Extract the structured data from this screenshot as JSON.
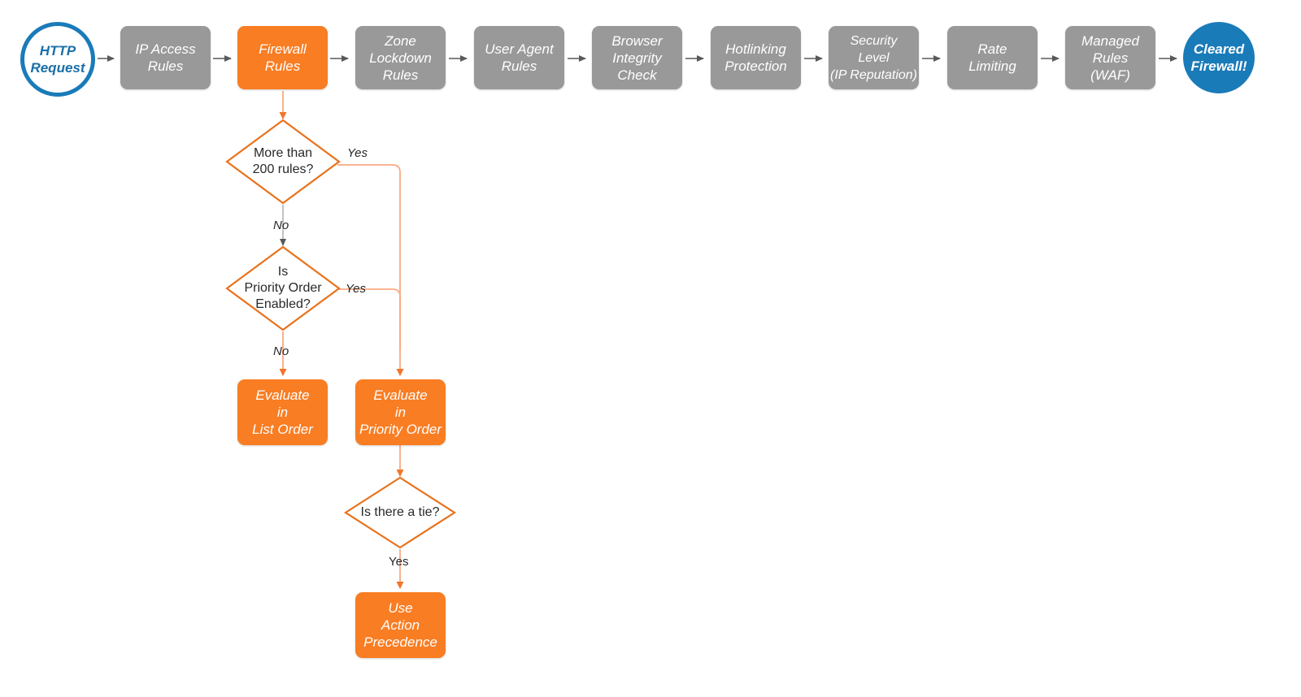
{
  "diagram": {
    "title": "Cloudflare request firewall evaluation order",
    "colors": {
      "grey": "#999999",
      "orange": "#f97d23",
      "orange_stroke": "#e8721c",
      "orange_light": "#f9a982",
      "blue": "#1a7bb9",
      "arrow_grey": "#58595b",
      "text_dark": "#27292b"
    },
    "pipeline": [
      {
        "id": "http-request",
        "label": "HTTP\nRequest",
        "shape": "circle-outline"
      },
      {
        "id": "ip-access-rules",
        "label": "IP Access\nRules",
        "shape": "box-grey"
      },
      {
        "id": "firewall-rules",
        "label": "Firewall\nRules",
        "shape": "box-orange"
      },
      {
        "id": "zone-lockdown",
        "label": "Zone\nLockdown\nRules",
        "shape": "box-grey"
      },
      {
        "id": "user-agent-rules",
        "label": "User Agent\nRules",
        "shape": "box-grey"
      },
      {
        "id": "browser-integrity",
        "label": "Browser\nIntegrity\nCheck",
        "shape": "box-grey"
      },
      {
        "id": "hotlinking",
        "label": "Hotlinking\nProtection",
        "shape": "box-grey"
      },
      {
        "id": "security-level",
        "label": "Security\nLevel\n(IP Reputation)",
        "shape": "box-grey"
      },
      {
        "id": "rate-limiting",
        "label": "Rate\nLimiting",
        "shape": "box-grey"
      },
      {
        "id": "managed-rules",
        "label": "Managed\nRules\n(WAF)",
        "shape": "box-grey"
      },
      {
        "id": "cleared-firewall",
        "label": "Cleared\nFirewall!",
        "shape": "circle-filled"
      }
    ],
    "decisions": [
      {
        "id": "more-than-200-rules",
        "label": "More than\n200 rules?"
      },
      {
        "id": "priority-order-enabled",
        "label": "Is\nPriority Order\nEnabled?"
      },
      {
        "id": "is-there-a-tie",
        "label": "Is there a tie?"
      }
    ],
    "outcomes": [
      {
        "id": "evaluate-list-order",
        "label": "Evaluate\nin\nList Order"
      },
      {
        "id": "evaluate-priority-order",
        "label": "Evaluate\nin\nPriority Order"
      },
      {
        "id": "use-action-precedence",
        "label": "Use\nAction\nPrecedence"
      }
    ],
    "edge_labels": {
      "more_rules_yes": "Yes",
      "more_rules_no": "No",
      "priority_yes": "Yes",
      "priority_no": "No",
      "tie_yes": "Yes"
    }
  }
}
